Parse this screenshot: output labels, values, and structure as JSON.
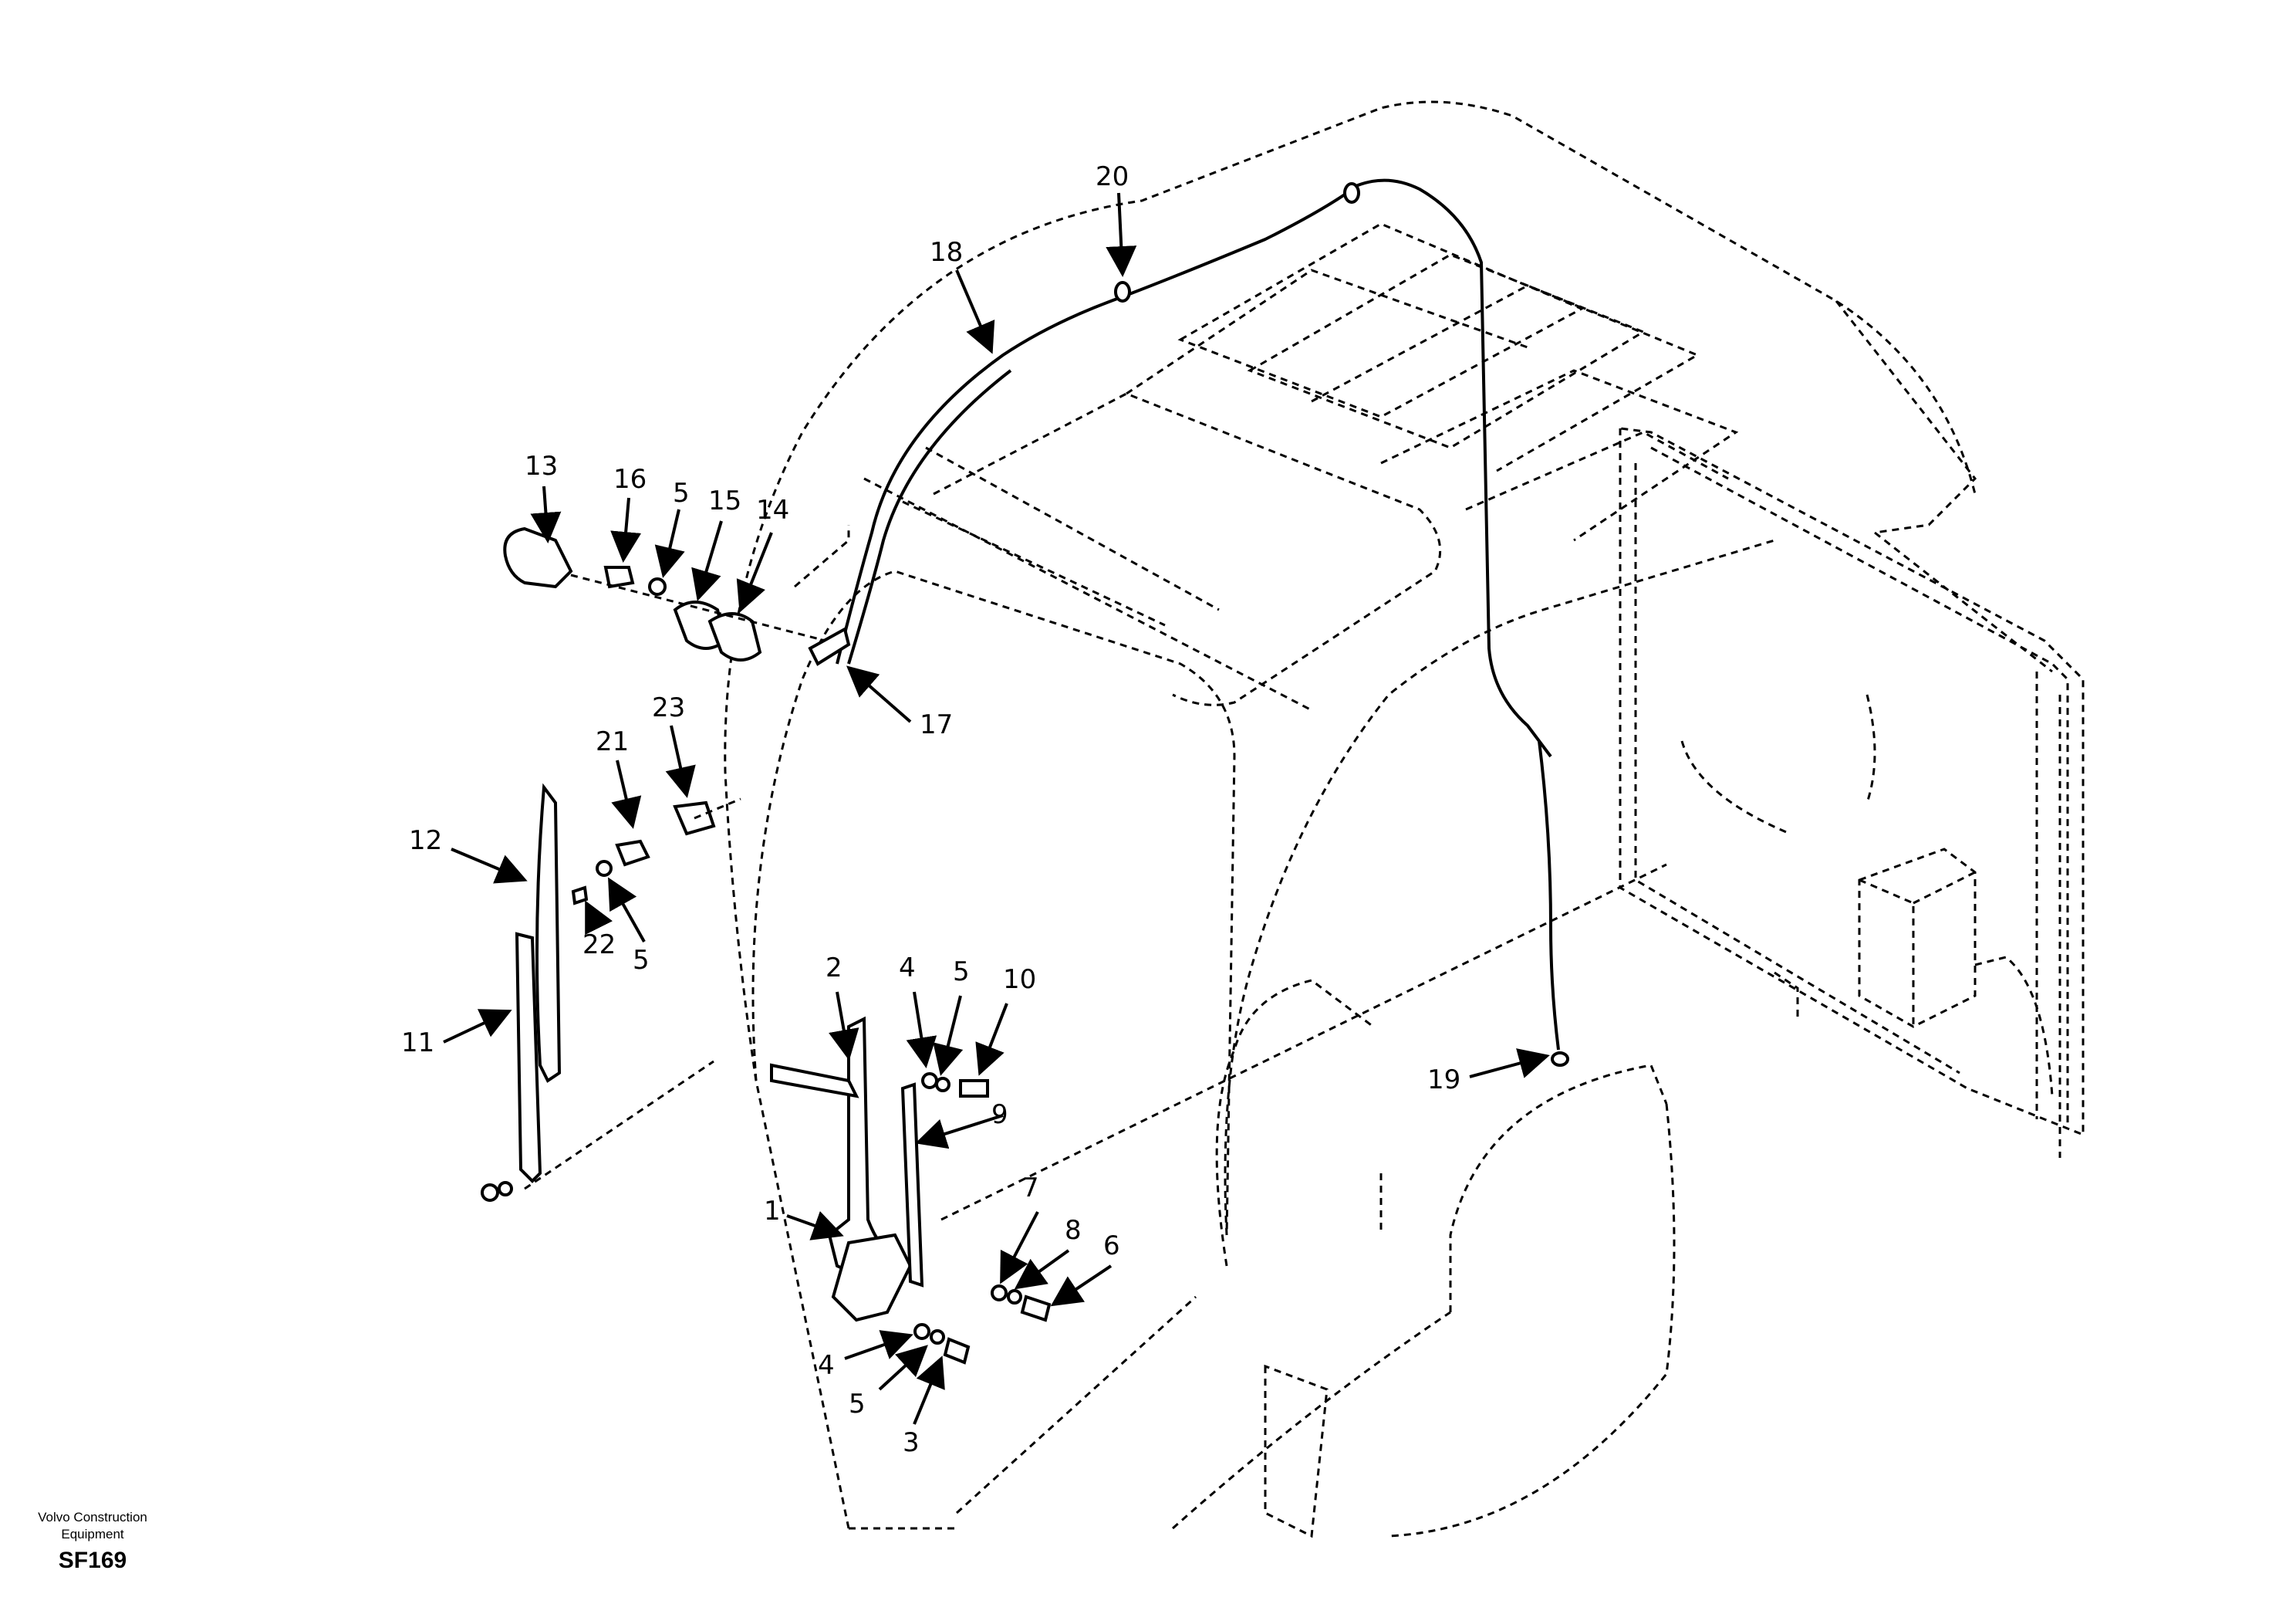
{
  "callouts": [
    "1",
    "2",
    "3",
    "4",
    "4",
    "5",
    "5",
    "5",
    "5",
    "5",
    "6",
    "7",
    "8",
    "9",
    "10",
    "11",
    "12",
    "13",
    "14",
    "15",
    "16",
    "17",
    "18",
    "19",
    "20",
    "21",
    "22",
    "23"
  ],
  "footer": {
    "company_line1": "Volvo Construction",
    "company_line2": "Equipment",
    "drawing_code": "SF169"
  }
}
